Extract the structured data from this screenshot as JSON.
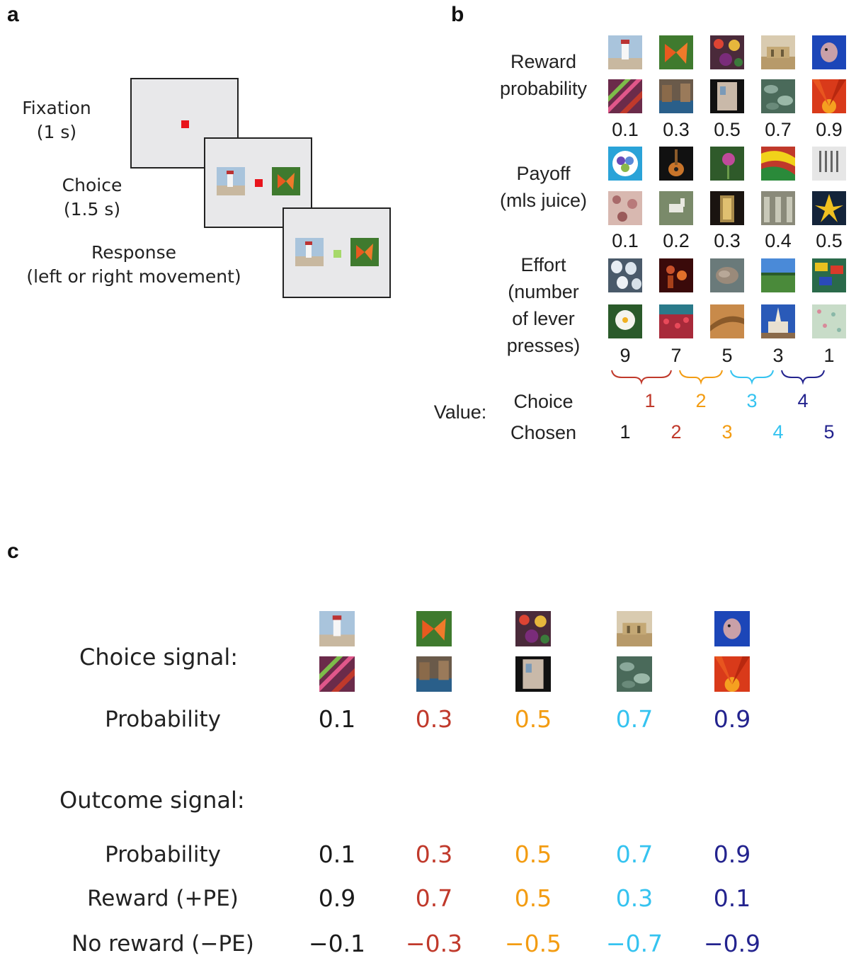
{
  "panels": {
    "a": "a",
    "b": "b",
    "c": "c"
  },
  "colors": {
    "v1": "#1a1a1a",
    "v2": "#c0392b",
    "v3": "#f39c12",
    "v4": "#35c3f0",
    "v5": "#23238e",
    "fix_red": "#e8141c",
    "fix_green": "#a6d96a"
  },
  "a": {
    "fixation": {
      "l1": "Fixation",
      "l2": "(1 s)"
    },
    "choice": {
      "l1": "Choice",
      "l2": "(1.5 s)"
    },
    "response": {
      "l1": "Response",
      "l2": "(left or right movement)"
    }
  },
  "b": {
    "reward": {
      "l1": "Reward",
      "l2": "probability",
      "values": [
        "0.1",
        "0.3",
        "0.5",
        "0.7",
        "0.9"
      ]
    },
    "payoff": {
      "l1": "Payoff",
      "l2": "(mls juice)",
      "values": [
        "0.1",
        "0.2",
        "0.3",
        "0.4",
        "0.5"
      ]
    },
    "effort": {
      "l1": "Effort",
      "l2": "(number",
      "l3": "of lever",
      "l4": "presses)",
      "values": [
        "9",
        "7",
        "5",
        "3",
        "1"
      ]
    },
    "value_label": "Value:",
    "choice_label": "Choice",
    "chosen_label": "Chosen",
    "choice_values": [
      "1",
      "2",
      "3",
      "4"
    ],
    "chosen_values": [
      "1",
      "2",
      "3",
      "4",
      "5"
    ]
  },
  "c": {
    "choice_signal": "Choice signal:",
    "outcome_signal": "Outcome signal:",
    "rows": {
      "choice_prob": {
        "label": "Probability",
        "values": [
          "0.1",
          "0.3",
          "0.5",
          "0.7",
          "0.9"
        ]
      },
      "outcome_prob": {
        "label": "Probability",
        "values": [
          "0.1",
          "0.3",
          "0.5",
          "0.7",
          "0.9"
        ]
      },
      "reward": {
        "label": "Reward (+PE)",
        "values": [
          "0.9",
          "0.7",
          "0.5",
          "0.3",
          "0.1"
        ]
      },
      "noreward": {
        "label": "No reward (−PE)",
        "values": [
          "−0.1",
          "−0.3",
          "−0.5",
          "−0.7",
          "−0.9"
        ]
      }
    }
  },
  "thumb_icons": [
    "lighthouse",
    "butterfly",
    "flowers",
    "ruins",
    "fish",
    "fabric",
    "canal",
    "room",
    "leaves",
    "petals",
    "balloons",
    "guitar",
    "thistle",
    "flag",
    "cutlery",
    "pattern",
    "horse",
    "doorway",
    "arcade",
    "blossom",
    "eggs",
    "figures",
    "aerial",
    "field",
    "bricks",
    "rose",
    "berries",
    "sand",
    "temple",
    "texture"
  ]
}
